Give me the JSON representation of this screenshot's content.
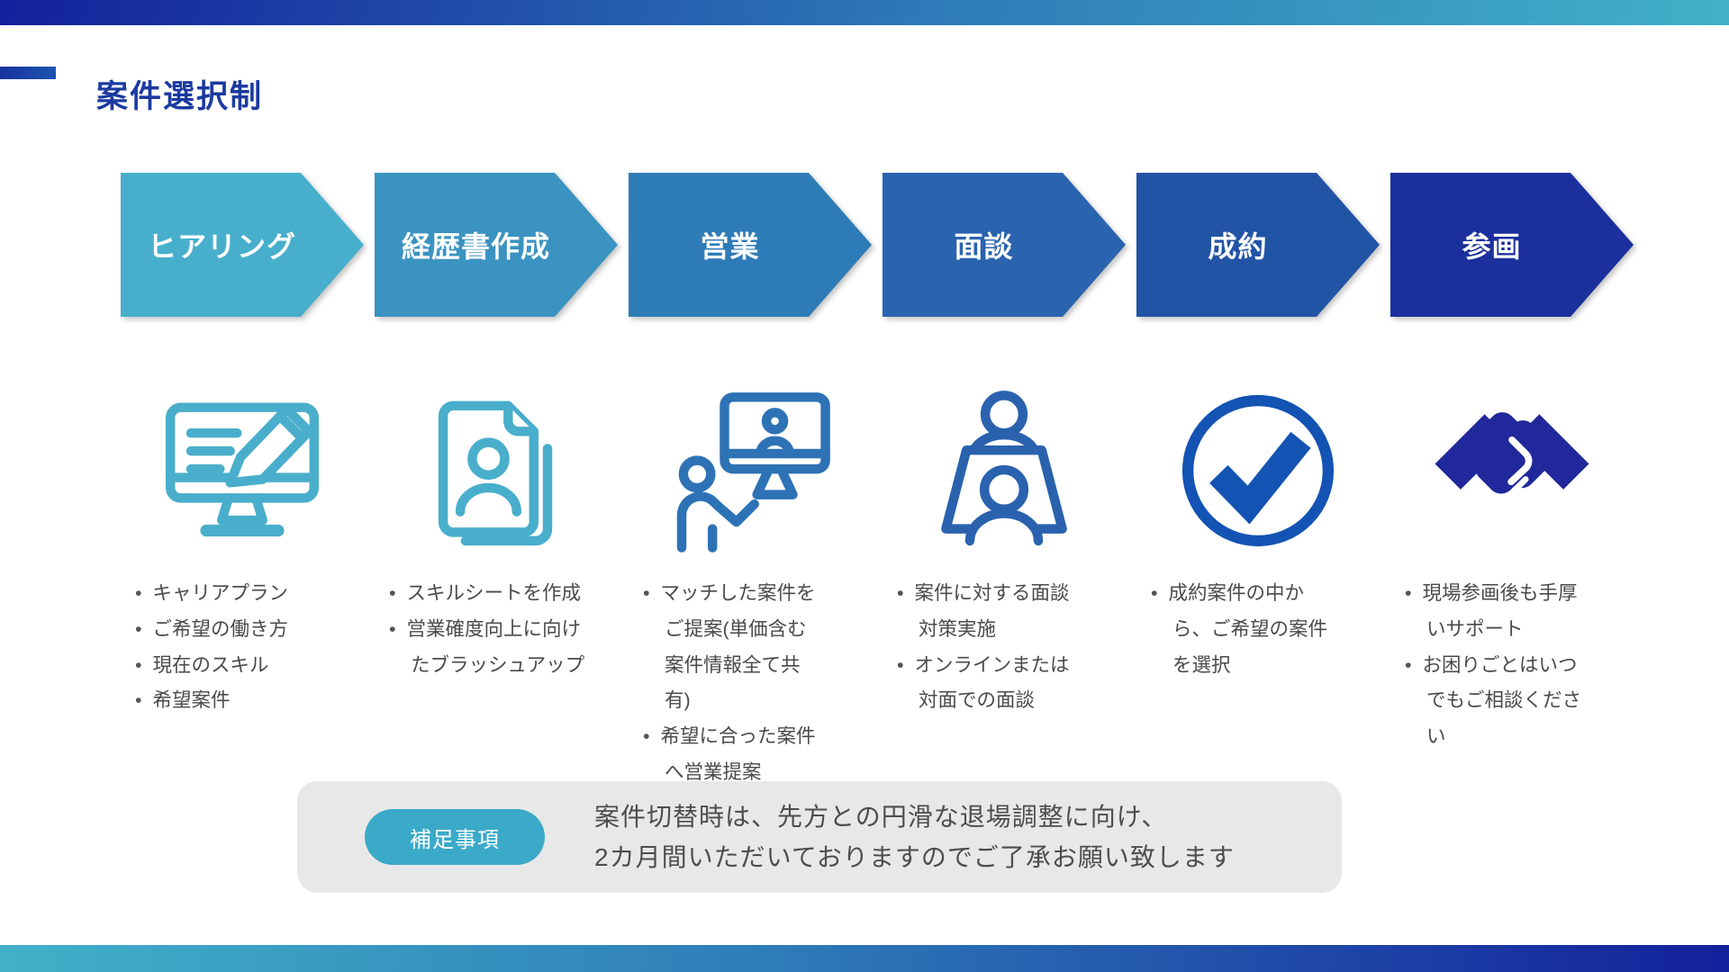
{
  "page": {
    "title": "案件選択制"
  },
  "colors": {
    "top_bar_gradient": [
      "#13209B",
      "#2E7CB8",
      "#41B1C8"
    ],
    "bottom_bar_gradient": [
      "#41B1C8",
      "#2E7CB8",
      "#13209B"
    ],
    "title_text": "#1B3AA0",
    "title_accent": "#1950AC",
    "bullet_text": "#4A4A4A",
    "note_background": "#E8E8E8",
    "note_badge_background": "#3BAAC9",
    "note_text": "#4D4D4D"
  },
  "flow_steps": [
    {
      "label": "ヒアリング",
      "arrow_color": "#47AFCC",
      "icon": "monitor-pencil-icon",
      "icon_color": "#49AECB",
      "bullets": [
        "キャリアプラン",
        "ご希望の働き方",
        "現在のスキル",
        "希望案件"
      ]
    },
    {
      "label": "経歴書作成",
      "arrow_color": "#3B93C1",
      "icon": "resume-document-icon",
      "icon_color": "#49AECB",
      "bullets": [
        "スキルシートを作成",
        "営業確度向上に向けたブラッシュアップ"
      ]
    },
    {
      "label": "営業",
      "arrow_color": "#2E7CB7",
      "icon": "online-sales-icon",
      "icon_color": "#2D72B5",
      "bullets": [
        "マッチした案件をご提案(単価含む案件情報全て共有)",
        "希望に合った案件へ営業提案"
      ]
    },
    {
      "label": "面談",
      "arrow_color": "#2A64AE",
      "icon": "interview-icon",
      "icon_color": "#2A62AE",
      "bullets": [
        "案件に対する面談対策実施",
        "オンラインまたは対面での面談"
      ]
    },
    {
      "label": "成約",
      "arrow_color": "#2254A6",
      "icon": "check-circle-icon",
      "icon_color": "#1353B3",
      "bullets": [
        "成約案件の中から、ご希望の案件を選択"
      ]
    },
    {
      "label": "参画",
      "arrow_color": "#1B2F9D",
      "icon": "handshake-icon",
      "icon_color": "#20289B",
      "bullets": [
        "現場参画後も手厚いサポート",
        "お困りごとはいつでもご相談ください"
      ]
    }
  ],
  "note": {
    "badge": "補足事項",
    "line1": "案件切替時は、先方との円滑な退場調整に向け、",
    "line2": "2カ月間いただいておりますのでご了承お願い致します"
  }
}
